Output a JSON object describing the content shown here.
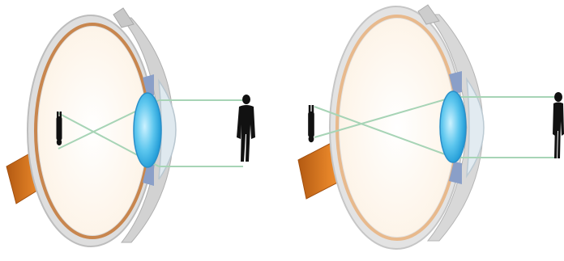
{
  "diagram": {
    "panels": [
      {
        "eye_shape": "elongated",
        "focus": "in-front-of-retina"
      },
      {
        "eye_shape": "normal",
        "focus": "behind-retina"
      }
    ],
    "colors": {
      "background": "#ffffff",
      "sclera_outer": "#dcdcdc",
      "sclera_highlight": "#f3f3f3",
      "choroid": "#c8864e",
      "vitreous": "#fff8ee",
      "optic_nerve": "#e07a1c",
      "optic_nerve_dark": "#b35a12",
      "cornea": "#d9e6ee",
      "iris": "#8a9fc8",
      "lens": "#35b4e6",
      "lens_highlight": "#b9ecff",
      "ray": "#9fcfb0",
      "silhouette": "#111111"
    },
    "icons": [
      "eyeball-icon",
      "lens-icon",
      "person-silhouette-icon",
      "inverted-person-image-icon"
    ]
  }
}
